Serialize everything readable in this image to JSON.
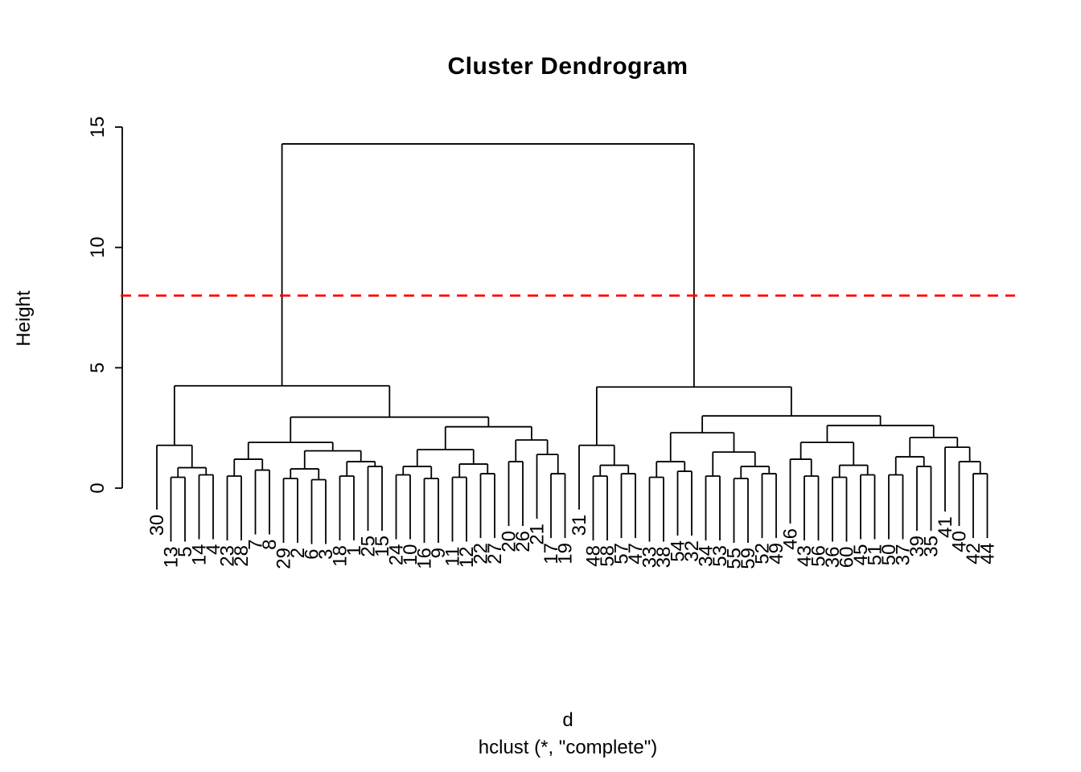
{
  "title": "Cluster Dendrogram",
  "y_axis": {
    "label": "Height",
    "ticks": [
      0,
      5,
      10,
      15
    ]
  },
  "x_axis": {
    "caption_line1": "d",
    "caption_line2": "hclust (*, \"complete\")"
  },
  "cut_line": {
    "height": 8,
    "color": "#ff0000",
    "style": "dashed"
  },
  "chart_data": {
    "type": "dendrogram",
    "title": "Cluster Dendrogram",
    "ylabel": "Height",
    "xlabel": "d",
    "sub": "hclust (*, \"complete\")",
    "clustering_method": "complete",
    "ylim": [
      0,
      15
    ],
    "grid": false,
    "n_leaves": 60,
    "root_height": 14.3,
    "cut_height": 8,
    "leaf_order": [
      "30",
      "13",
      "5",
      "14",
      "4",
      "23",
      "28",
      "7",
      "8",
      "29",
      "2",
      "6",
      "3",
      "18",
      "1",
      "25",
      "15",
      "24",
      "10",
      "16",
      "9",
      "11",
      "12",
      "22",
      "27",
      "20",
      "26",
      "21",
      "17",
      "19",
      "31",
      "48",
      "58",
      "57",
      "47",
      "33",
      "38",
      "54",
      "32",
      "34",
      "53",
      "55",
      "59",
      "52",
      "49",
      "46",
      "43",
      "56",
      "36",
      "60",
      "45",
      "51",
      "50",
      "37",
      "39",
      "35",
      "41",
      "40",
      "42",
      "44"
    ],
    "tree": {
      "h": 14.3,
      "c": [
        {
          "h": 4.25,
          "c": [
            {
              "h": 1.78,
              "c": [
                "30",
                {
                  "h": 0.85,
                  "c": [
                    {
                      "h": 0.45,
                      "c": [
                        "13",
                        "5"
                      ]
                    },
                    {
                      "h": 0.55,
                      "c": [
                        "14",
                        "4"
                      ]
                    }
                  ]
                }
              ]
            },
            {
              "h": 2.95,
              "c": [
                {
                  "h": 1.9,
                  "c": [
                    {
                      "h": 1.2,
                      "c": [
                        {
                          "h": 0.5,
                          "c": [
                            "23",
                            "28"
                          ]
                        },
                        {
                          "h": 0.75,
                          "c": [
                            "7",
                            "8"
                          ]
                        }
                      ]
                    },
                    {
                      "h": 1.55,
                      "c": [
                        {
                          "h": 0.8,
                          "c": [
                            {
                              "h": 0.4,
                              "c": [
                                "29",
                                "2"
                              ]
                            },
                            {
                              "h": 0.35,
                              "c": [
                                "6",
                                "3"
                              ]
                            }
                          ]
                        },
                        {
                          "h": 1.1,
                          "c": [
                            {
                              "h": 0.5,
                              "c": [
                                "18",
                                "1"
                              ]
                            },
                            {
                              "h": 0.9,
                              "c": [
                                "25",
                                "15"
                              ]
                            }
                          ]
                        }
                      ]
                    }
                  ]
                },
                {
                  "h": 2.55,
                  "c": [
                    {
                      "h": 1.6,
                      "c": [
                        {
                          "h": 0.9,
                          "c": [
                            {
                              "h": 0.55,
                              "c": [
                                "24",
                                "10"
                              ]
                            },
                            {
                              "h": 0.4,
                              "c": [
                                "16",
                                "9"
                              ]
                            }
                          ]
                        },
                        {
                          "h": 1.0,
                          "c": [
                            {
                              "h": 0.45,
                              "c": [
                                "11",
                                "12"
                              ]
                            },
                            {
                              "h": 0.6,
                              "c": [
                                "22",
                                "27"
                              ]
                            }
                          ]
                        }
                      ]
                    },
                    {
                      "h": 2.0,
                      "c": [
                        {
                          "h": 1.1,
                          "c": [
                            "20",
                            "26"
                          ]
                        },
                        {
                          "h": 1.4,
                          "c": [
                            "21",
                            {
                              "h": 0.6,
                              "c": [
                                "17",
                                "19"
                              ]
                            }
                          ]
                        }
                      ]
                    }
                  ]
                }
              ]
            }
          ]
        },
        {
          "h": 4.2,
          "c": [
            {
              "h": 1.78,
              "c": [
                "31",
                {
                  "h": 0.95,
                  "c": [
                    {
                      "h": 0.5,
                      "c": [
                        "48",
                        "58"
                      ]
                    },
                    {
                      "h": 0.6,
                      "c": [
                        "57",
                        "47"
                      ]
                    }
                  ]
                }
              ]
            },
            {
              "h": 3.0,
              "c": [
                {
                  "h": 2.3,
                  "c": [
                    {
                      "h": 1.1,
                      "c": [
                        {
                          "h": 0.45,
                          "c": [
                            "33",
                            "38"
                          ]
                        },
                        {
                          "h": 0.7,
                          "c": [
                            "54",
                            "32"
                          ]
                        }
                      ]
                    },
                    {
                      "h": 1.5,
                      "c": [
                        {
                          "h": 0.5,
                          "c": [
                            "34",
                            "53"
                          ]
                        },
                        {
                          "h": 0.9,
                          "c": [
                            {
                              "h": 0.4,
                              "c": [
                                "55",
                                "59"
                              ]
                            },
                            {
                              "h": 0.6,
                              "c": [
                                "52",
                                "49"
                              ]
                            }
                          ]
                        }
                      ]
                    }
                  ]
                },
                {
                  "h": 2.6,
                  "c": [
                    {
                      "h": 1.9,
                      "c": [
                        {
                          "h": 1.2,
                          "c": [
                            "46",
                            {
                              "h": 0.5,
                              "c": [
                                "43",
                                "56"
                              ]
                            }
                          ]
                        },
                        {
                          "h": 0.95,
                          "c": [
                            {
                              "h": 0.45,
                              "c": [
                                "36",
                                "60"
                              ]
                            },
                            {
                              "h": 0.55,
                              "c": [
                                "45",
                                "51"
                              ]
                            }
                          ]
                        }
                      ]
                    },
                    {
                      "h": 2.1,
                      "c": [
                        {
                          "h": 1.3,
                          "c": [
                            {
                              "h": 0.55,
                              "c": [
                                "50",
                                "37"
                              ]
                            },
                            {
                              "h": 0.9,
                              "c": [
                                "39",
                                "35"
                              ]
                            }
                          ]
                        },
                        {
                          "h": 1.7,
                          "c": [
                            "41",
                            {
                              "h": 1.1,
                              "c": [
                                "40",
                                {
                                  "h": 0.6,
                                  "c": [
                                    "42",
                                    "44"
                                  ]
                                }
                              ]
                            }
                          ]
                        }
                      ]
                    }
                  ]
                }
              ]
            }
          ]
        }
      ]
    }
  }
}
